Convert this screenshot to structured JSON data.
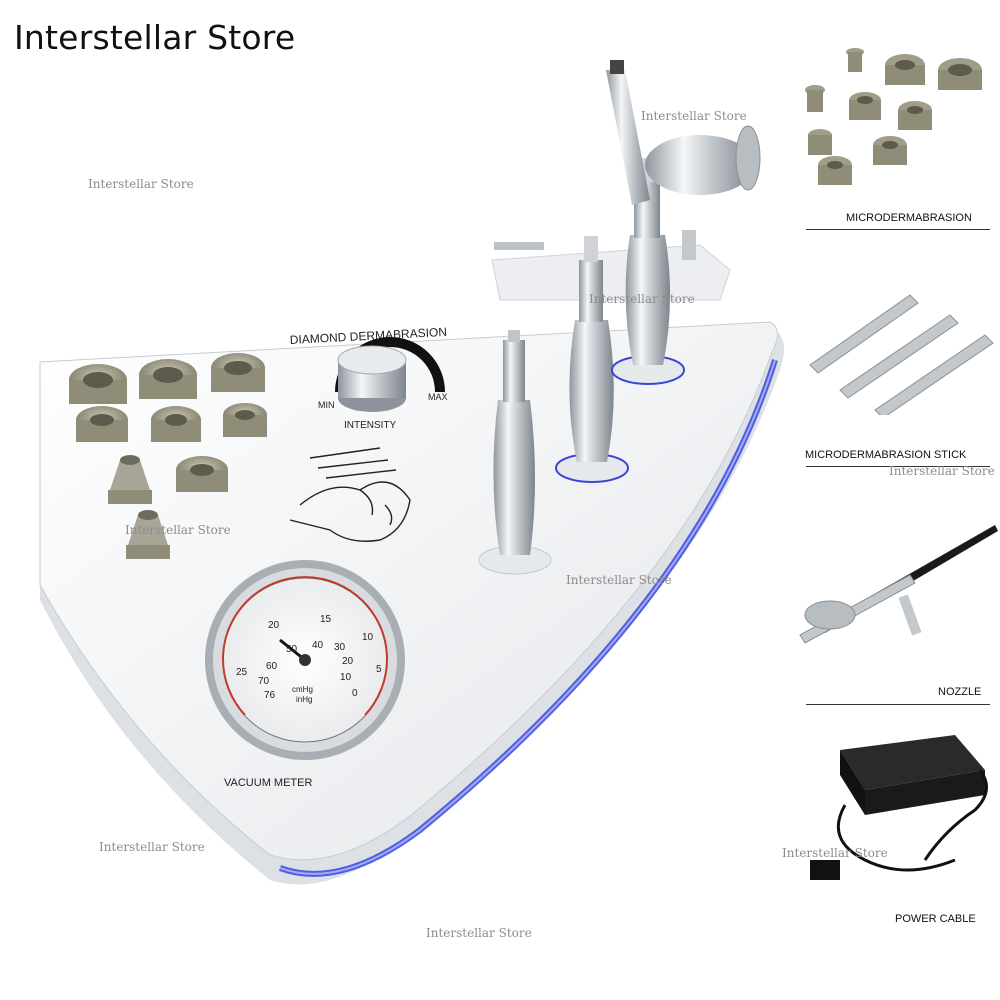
{
  "store_name": "Interstellar Store",
  "watermarks": [
    "Interstellar Store",
    "Interstellar Store",
    "Interstellar Store",
    "Interstellar Store",
    "Interstellar Store",
    "Interstellar Store",
    "Interstellar Store",
    "Interstellar Store",
    "Interstellar Store"
  ],
  "device": {
    "panel_title": "DIAMOND DERMABRASION",
    "knob_min": "MIN",
    "knob_max": "MAX",
    "knob_label": "INTENSITY",
    "gauge_label": "VACUUM METER",
    "gauge_units_cm": "cmHg",
    "gauge_units_in": "inHg",
    "gauge_ticks_outer": [
      "25",
      "20",
      "15",
      "10",
      "5"
    ],
    "gauge_ticks_inner": [
      "76",
      "70",
      "60",
      "50",
      "40",
      "30",
      "20",
      "10",
      "0"
    ]
  },
  "accessories": [
    {
      "caption": "MICRODERMABRASION"
    },
    {
      "caption": "MICRODERMABRASION STICK"
    },
    {
      "caption": "NOZZLE"
    },
    {
      "caption": "POWER CABLE"
    }
  ],
  "colors": {
    "body_white": "#f3f4f6",
    "metal": "#b9bec4",
    "diamond_tip": "#9a9782",
    "led_blue": "#3a45d8",
    "adapter_black": "#1a1a1a"
  }
}
